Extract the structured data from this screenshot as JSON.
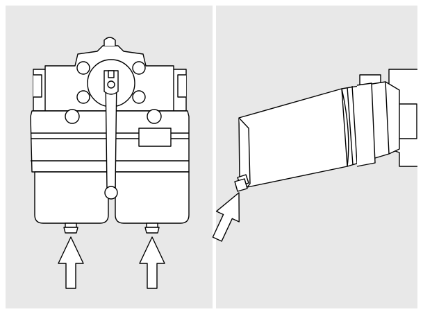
{
  "figure": {
    "panels": [
      {
        "view": "front",
        "subject": "twin-bowl-filter-housing"
      },
      {
        "view": "side",
        "subject": "filter-bowl-tilted"
      }
    ],
    "callout_arrows": [
      {
        "panel": "front",
        "points_to": "left-bowl-drain-plug"
      },
      {
        "panel": "front",
        "points_to": "right-bowl-drain-plug"
      },
      {
        "panel": "side",
        "points_to": "bowl-drain-plug"
      }
    ]
  },
  "colors": {
    "panel_background": "#e8e8e8",
    "frame": "#ffffff",
    "line": "#000000",
    "part_fill": "#ffffff",
    "arrow_fill": "#ffffff"
  }
}
